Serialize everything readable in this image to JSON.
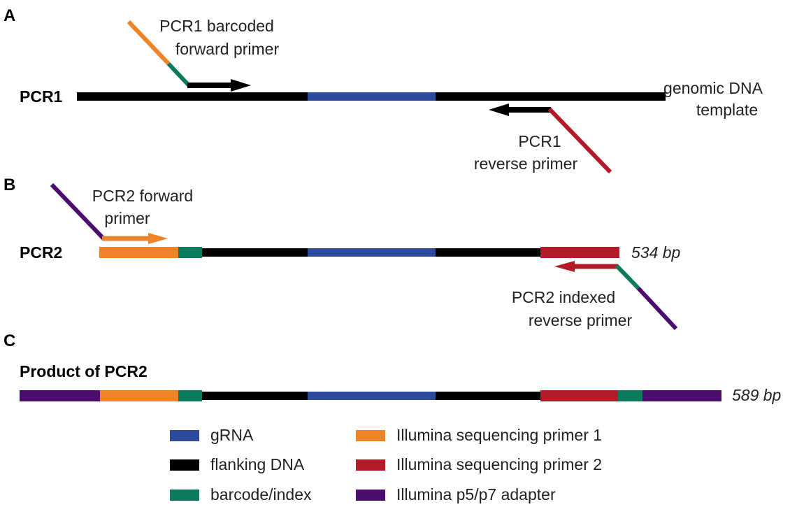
{
  "panels": {
    "a": "A",
    "b": "B",
    "c": "C"
  },
  "pcr1": {
    "row_label": "PCR1",
    "forward_primer": [
      "PCR1 barcoded",
      "forward primer"
    ],
    "reverse_primer": [
      "PCR1",
      "reverse primer"
    ],
    "template": [
      "genomic DNA",
      "template"
    ]
  },
  "pcr2": {
    "row_label": "PCR2",
    "forward_primer": [
      "PCR2 forward",
      "primer"
    ],
    "reverse_primer": [
      "PCR2 indexed",
      "reverse primer"
    ],
    "size": "534 bp"
  },
  "product": {
    "title": "Product of PCR2",
    "size": "589 bp"
  },
  "colors": {
    "grna": "#2E4A9E",
    "flanking": "#000000",
    "barcode": "#0C7A5C",
    "seq_primer_1": "#EE8327",
    "seq_primer_2": "#B31B29",
    "adapter": "#4A0C6F"
  },
  "legend": [
    {
      "label": "gRNA",
      "color_key": "grna"
    },
    {
      "label": "flanking DNA",
      "color_key": "flanking"
    },
    {
      "label": "barcode/index",
      "color_key": "barcode"
    },
    {
      "label": "Illumina sequencing primer 1",
      "color_key": "seq_primer_1"
    },
    {
      "label": "Illumina sequencing primer 2",
      "color_key": "seq_primer_2"
    },
    {
      "label": "Illumina p5/p7 adapter",
      "color_key": "adapter"
    }
  ]
}
